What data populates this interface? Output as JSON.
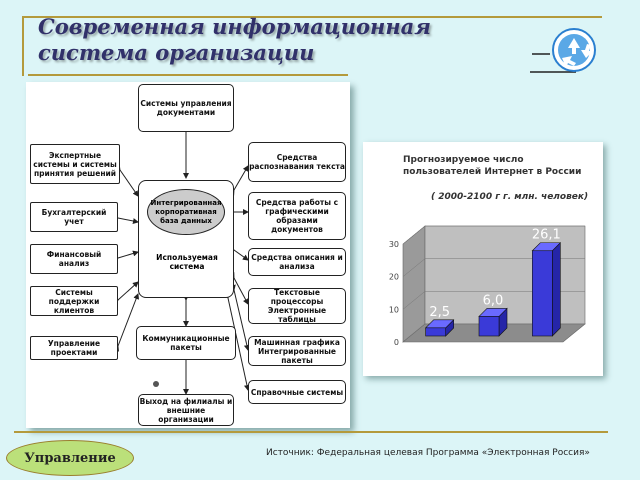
{
  "slide": {
    "title": "Современная информационная система организации",
    "badge": "Управление",
    "source": "Источник: Федеральная целевая Программа «Электронная Россия»"
  },
  "diagram": {
    "top": "Системы управления документами",
    "core": "Интегрированная корпоративная база данных",
    "used": "Используемая система",
    "comm": "Коммуникационные пакеты",
    "exit": "Выход на филиалы и внешние организации",
    "left": [
      "Экспертные системы и системы принятия решений",
      "Бухгалтерский учет",
      "Финансовый анализ",
      "Системы поддержки клиентов",
      "Управление проектами"
    ],
    "right": [
      "Средства распознавания текста",
      "Средства работы с графическими образами документов",
      "Средства описания и анализа",
      "Текстовые процессоры Электронные таблицы",
      "Машинная графика Интегрированные пакеты",
      "Справочные системы"
    ]
  },
  "chart_data": {
    "type": "bar",
    "title": "Прогнозируемое число пользователей Интернет в России",
    "subtitle": "( 2000-2100 г г. млн. человек)",
    "categories": [
      "",
      "",
      ""
    ],
    "values": [
      2.5,
      6.0,
      26.1
    ],
    "value_labels": [
      "2,5",
      "6,0",
      "26,1"
    ],
    "yticks": [
      "0",
      "10",
      "20",
      "30"
    ],
    "ylim": [
      0,
      30
    ],
    "bar_color": "#3a3ad8"
  }
}
